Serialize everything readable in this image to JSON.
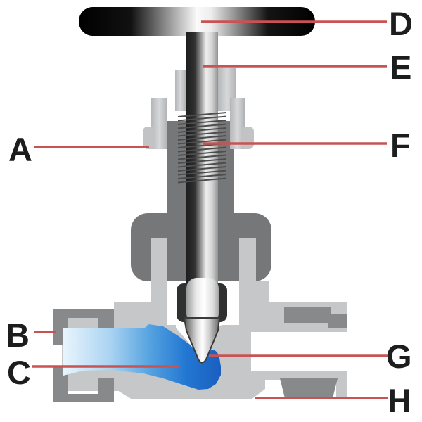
{
  "diagram": {
    "type": "needle-valve-cross-section",
    "labels": [
      {
        "letter": "A"
      },
      {
        "letter": "B"
      },
      {
        "letter": "C"
      },
      {
        "letter": "D"
      },
      {
        "letter": "E"
      },
      {
        "letter": "F"
      },
      {
        "letter": "G"
      },
      {
        "letter": "H"
      }
    ]
  },
  "colors": {
    "leader_line": "#c95353",
    "label_text": "#1d1d1d",
    "body_gray": "#c6c7c8",
    "fitting_gray": "#88898b",
    "bonnet_gray": "#757779",
    "packing_dark": "#2e312f",
    "flow_blue_dark": "#1a5fc0",
    "flow_blue_light": "#e9f5fd",
    "handle_black": "#000000",
    "background": "#ffffff"
  }
}
